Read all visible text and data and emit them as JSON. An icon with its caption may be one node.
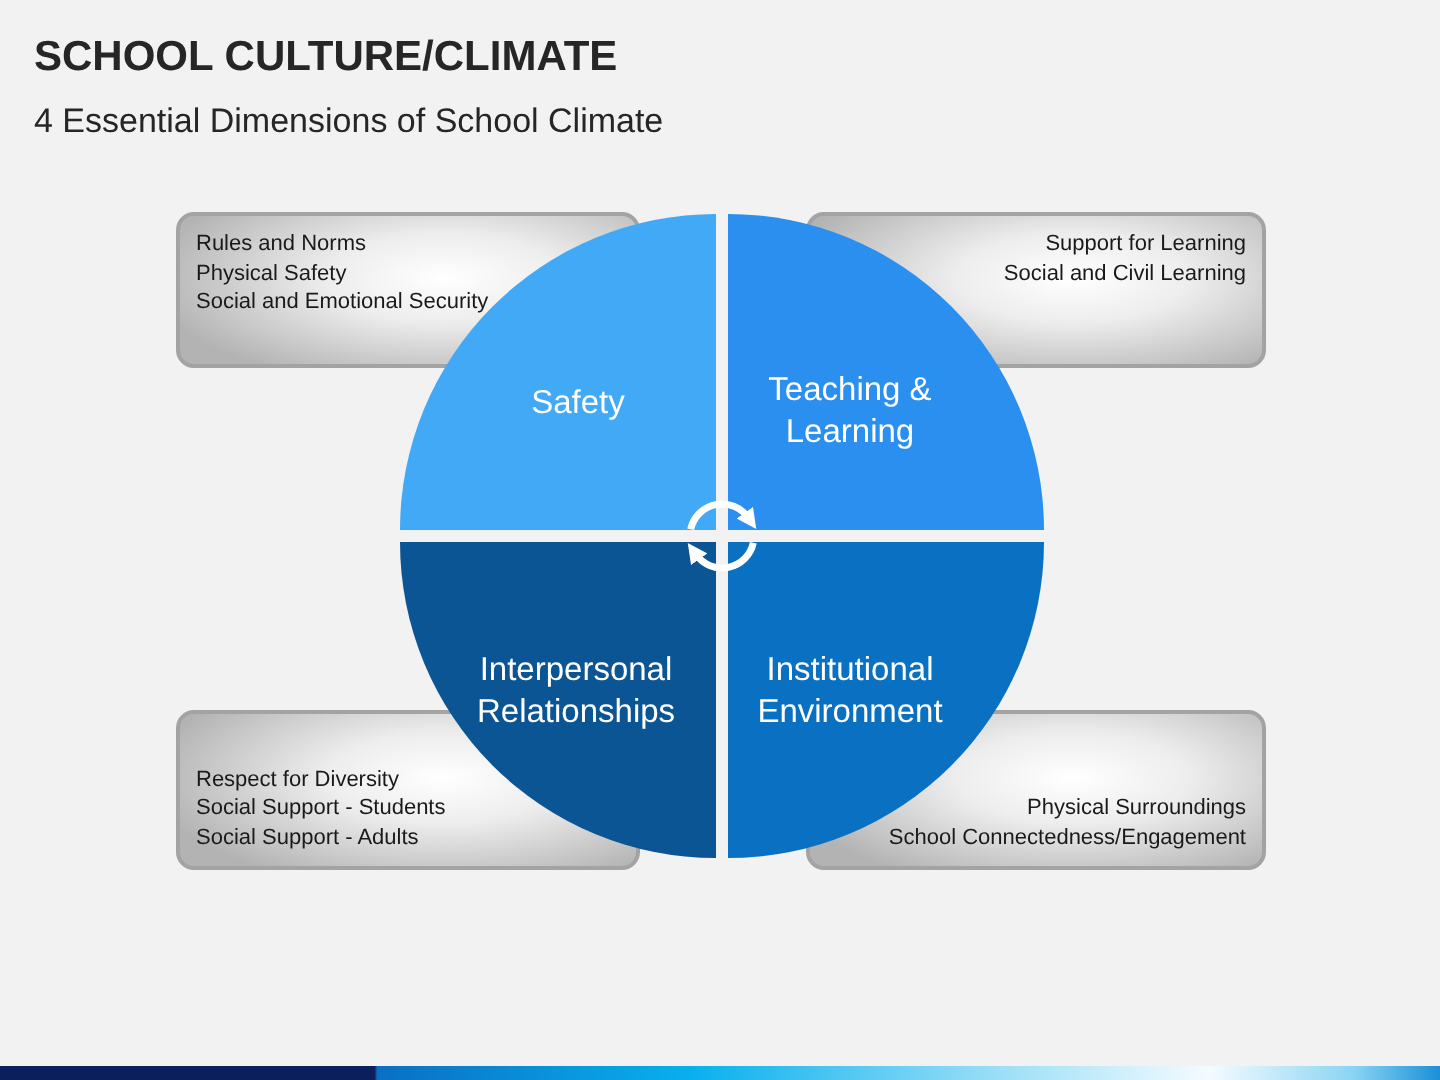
{
  "diagram": {
    "title": "SCHOOL CULTURE/CLIMATE",
    "nodes": [
      {
        "text": [
          "Rules and Norms",
          "Physical Safety",
          "Social and Emotional Security"
        ]
      },
      {
        "text": [
          "Support for Learning",
          "Social and Civil Learning"
        ]
      },
      {
        "text": [
          "Safety"
        ]
      },
      {
        "text": [
          "Teaching & Learning"
        ]
      },
      {
        "text": [
          "Interpersonal Relationships"
        ]
      },
      {
        "text": [
          "Institutional Environment"
        ]
      },
      {
        "text": [
          "Respect for Diversity",
          "Social Support - Students",
          "Social Support - Adults"
        ]
      },
      {
        "text": [
          "Physical Surroundings",
          "School Connectedness/Engagement"
        ]
      }
    ],
    "edges": [
      {
        "from": 2,
        "to": 3,
        "arrow": "to"
      },
      {
        "from": 5,
        "to": 4,
        "arrow": "to"
      }
    ],
    "labels": [
      "4 Essential Dimensions of School Climate"
    ]
  }
}
